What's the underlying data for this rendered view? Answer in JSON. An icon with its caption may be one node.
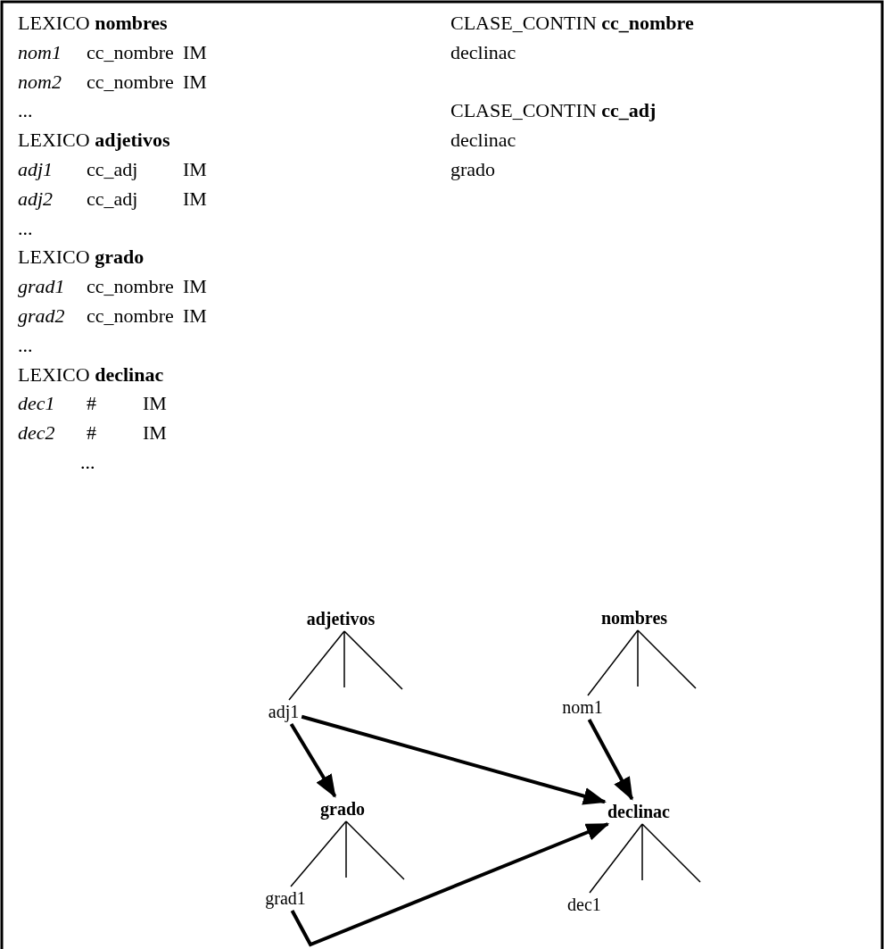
{
  "diagram": {
    "nodes": [
      {
        "text": [
          "adjetivos"
        ]
      },
      {
        "text": [
          "adj1"
        ]
      },
      {
        "text": [
          "nombres"
        ]
      },
      {
        "text": [
          "nom1"
        ]
      },
      {
        "text": [
          "grado"
        ]
      },
      {
        "text": [
          "grad1"
        ]
      },
      {
        "text": [
          "declinac"
        ]
      },
      {
        "text": [
          "dec1"
        ]
      }
    ],
    "edges": [
      {
        "from": 0,
        "to": 1,
        "arrow": "none"
      },
      {
        "from": 2,
        "to": 3,
        "arrow": "none"
      },
      {
        "from": 4,
        "to": 5,
        "arrow": "none"
      },
      {
        "from": 6,
        "to": 7,
        "arrow": "none"
      },
      {
        "from": 1,
        "to": 4,
        "arrow": "to",
        "style": "thick"
      },
      {
        "from": 1,
        "to": 6,
        "arrow": "to",
        "style": "thick"
      },
      {
        "from": 3,
        "to": 6,
        "arrow": "to",
        "style": "thick"
      },
      {
        "from": 5,
        "to": 6,
        "arrow": "to",
        "style": "thick"
      }
    ],
    "labels": [
      "LEXICO **nombres**",
      "nom1",
      "cc_nombre",
      "IM",
      "nom2",
      "cc_nombre",
      "IM",
      "...",
      "LEXICO **adjetivos**",
      "adj1",
      "cc_adj",
      "IM",
      "adj2",
      "cc_adj",
      "IM",
      "...",
      "LEXICO **grado**",
      "grad1",
      "cc_nombre",
      "IM",
      "grad2",
      "cc_nombre",
      "IM",
      "...",
      "LEXICO **declinac**",
      "dec1",
      "#",
      "IM",
      "dec2",
      "#",
      "IM",
      "...",
      "CLASE_CONTIN **cc_nombre**",
      "declinac",
      "CLASE_CONTIN **cc_adj**",
      "declinac",
      "grado"
    ]
  }
}
